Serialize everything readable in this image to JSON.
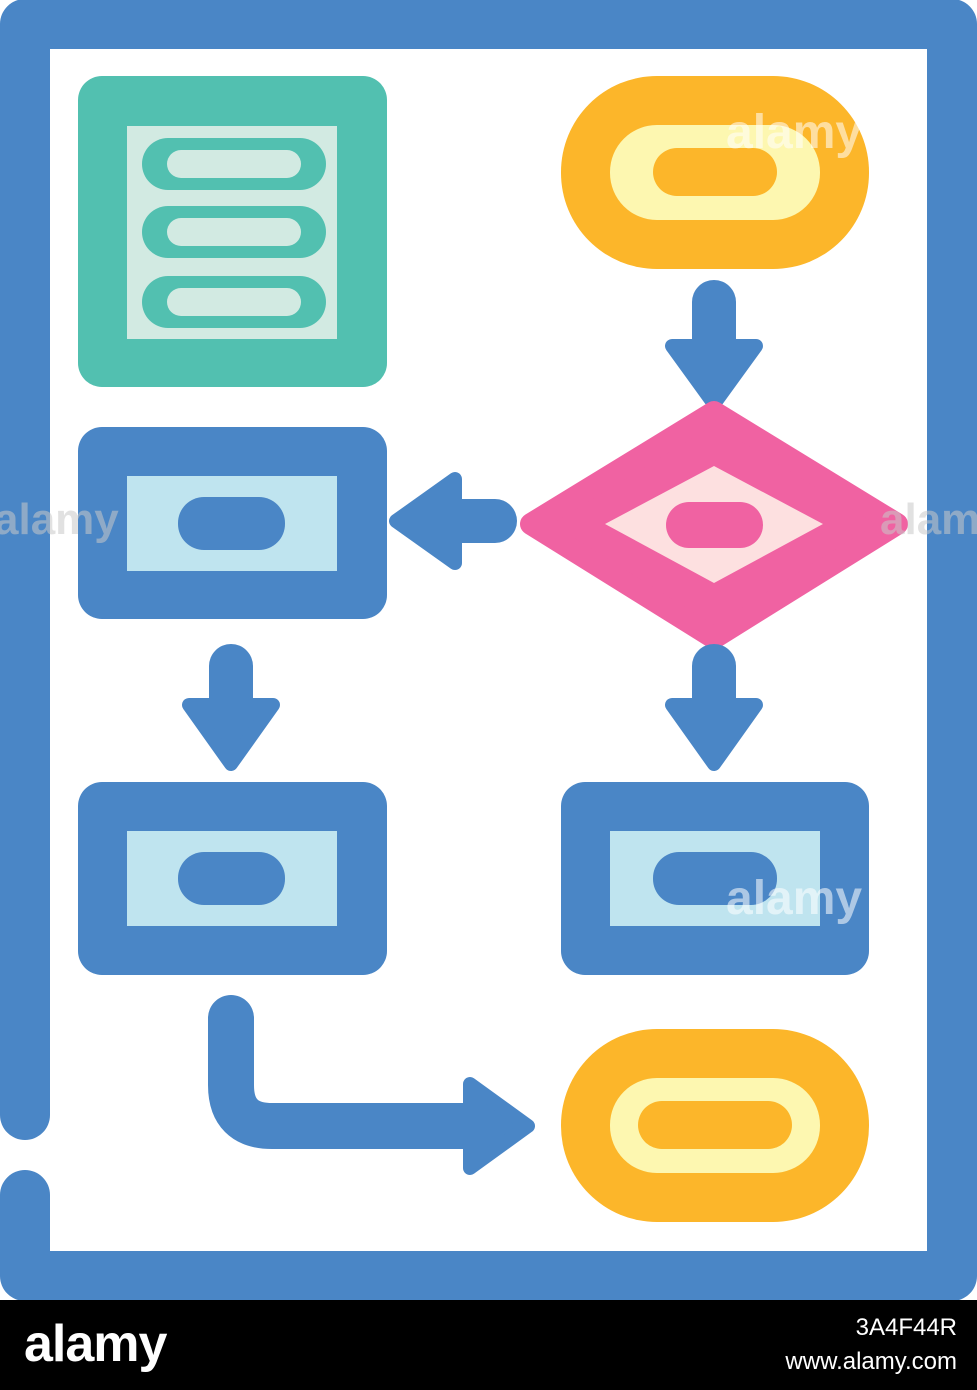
{
  "colors": {
    "frame": "#4a86c6",
    "arrow": "#4a86c6",
    "process_fill": "#bfe4ef",
    "list_outer": "#52c0b0",
    "list_inner": "#d2eae2",
    "terminal_outer": "#fcb62a",
    "terminal_inner": "#fdf7b0",
    "decision_outer": "#f062a2",
    "decision_inner": "#fde0e0"
  },
  "icons": [
    "frame-icon",
    "document-list-icon",
    "start-terminal-icon",
    "decision-diamond-icon",
    "process-box-icon",
    "end-terminal-icon",
    "arrow-icon"
  ],
  "watermark": {
    "text": "alamy",
    "edge_left": "alamy",
    "edge_right": "alamy"
  },
  "footer": {
    "logo": "alamy",
    "image_id": "3A4F44R",
    "url": "www.alamy.com"
  }
}
